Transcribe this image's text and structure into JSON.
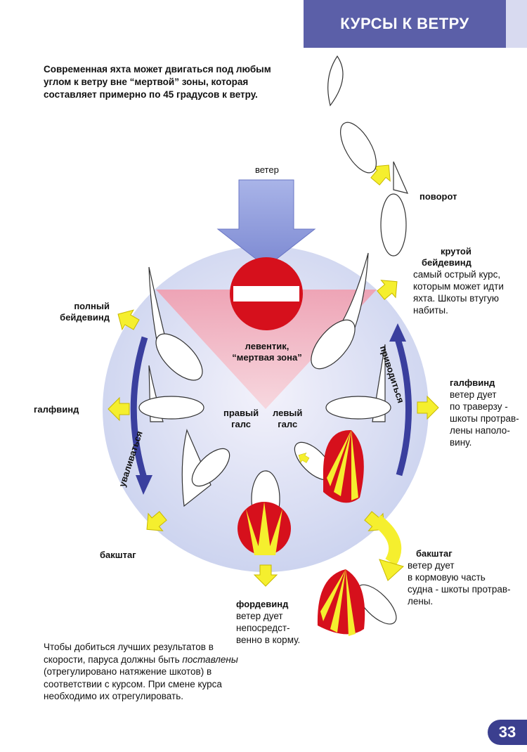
{
  "header": {
    "title": "КУРСЫ К ВЕТРУ"
  },
  "intro": "Современная яхта может двигаться под любым углом к ветру вне “мертвой” зоны, которая составляет примерно по 45 градусов к ветру.",
  "diagram": {
    "wind_label": "ветер",
    "dead_zone_label": "левентик,\n“мертвая зона”",
    "starboard_tack": "правый\nгалс",
    "port_tack": "левый\nгалс",
    "tack_label": "поворот",
    "luff_up": "приводиться",
    "bear_away": "уваливаться",
    "left_courses": {
      "close_hauled_full": "полный\nбейдевинд",
      "beam_reach": "галфвинд",
      "broad_reach": "бакштаг"
    },
    "right_courses": {
      "close_hauled": {
        "title": "крутой\nбейдевинд",
        "desc": "самый острый курс,\nкоторым может идти\nяхта. Шкоты втугую\nнабиты."
      },
      "beam_reach": {
        "title": "галфвинд",
        "desc": "ветер дует\nпо траверзу -\nшкоты протрав-\nлены наполо-\nвину."
      },
      "broad_reach": {
        "title": "бакштаг",
        "desc": "ветер дует\nв кормовую часть\nсудна - шкоты протрав-\nлены."
      }
    },
    "running": {
      "title": "фордевинд",
      "desc": "ветер дует\nнепосредст-\nвенно в корму."
    }
  },
  "footer": {
    "before": "Чтобы добиться лучших результатов в скорости, паруса должны быть ",
    "italic": "поставлены",
    "after": " (отрегулировано натяжение шкотов) в соответствии с курсом. При смене курса необходимо их отрегулировать."
  },
  "page_number": "33",
  "colors": {
    "header": "#5b5fa8",
    "circle": "#dfe3f4",
    "dead_zone": "#f4b9c2",
    "arrow": "#f5ef2e",
    "sign": "#d6101c"
  }
}
